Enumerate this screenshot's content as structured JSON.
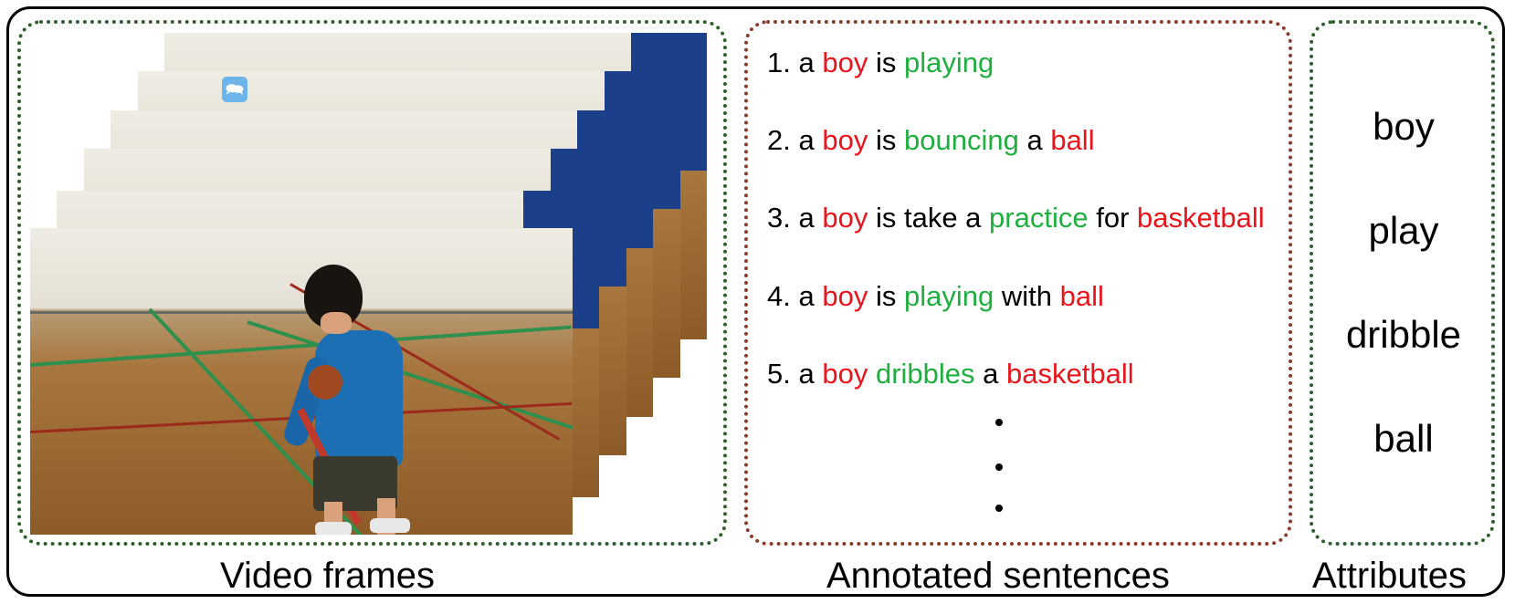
{
  "captions": {
    "video_frames": "Video frames",
    "annotated_sentences": "Annotated sentences",
    "attributes": "Attributes"
  },
  "frames": {
    "count": 6,
    "badge_glyph": "🗪",
    "badge_icon": "speech-bubble-icon"
  },
  "sentences": [
    {
      "number": "1.",
      "words": [
        {
          "text": "a",
          "color": "black"
        },
        {
          "text": "boy",
          "color": "red"
        },
        {
          "text": "is",
          "color": "black"
        },
        {
          "text": "playing",
          "color": "green"
        }
      ]
    },
    {
      "number": "2.",
      "words": [
        {
          "text": "a",
          "color": "black"
        },
        {
          "text": "boy",
          "color": "red"
        },
        {
          "text": "is",
          "color": "black"
        },
        {
          "text": "bouncing",
          "color": "green"
        },
        {
          "text": "a",
          "color": "black"
        },
        {
          "text": "ball",
          "color": "red"
        }
      ]
    },
    {
      "number": "3.",
      "words": [
        {
          "text": "a",
          "color": "black"
        },
        {
          "text": "boy",
          "color": "red"
        },
        {
          "text": "is take a",
          "color": "black"
        },
        {
          "text": "practice",
          "color": "green"
        },
        {
          "text": "for",
          "color": "black"
        },
        {
          "text": "basketball",
          "color": "red"
        }
      ]
    },
    {
      "number": "4.",
      "words": [
        {
          "text": "a",
          "color": "black"
        },
        {
          "text": "boy",
          "color": "red"
        },
        {
          "text": "is",
          "color": "black"
        },
        {
          "text": "playing",
          "color": "green"
        },
        {
          "text": "with",
          "color": "black"
        },
        {
          "text": "ball",
          "color": "red"
        }
      ]
    },
    {
      "number": "5.",
      "words": [
        {
          "text": "a",
          "color": "black"
        },
        {
          "text": "boy",
          "color": "red"
        },
        {
          "text": "dribbles",
          "color": "green"
        },
        {
          "text": "a",
          "color": "black"
        },
        {
          "text": "basketball",
          "color": "red"
        }
      ]
    }
  ],
  "ellipsis_dots": 3,
  "attributes": [
    "boy",
    "play",
    "dribble",
    "ball"
  ],
  "colors": {
    "red": "#e8151d",
    "green": "#1fae3f",
    "black": "#000000",
    "frames_border": "#2f5f2b",
    "sentences_border": "#8b3a2a",
    "attributes_border": "#2f5f2b"
  }
}
